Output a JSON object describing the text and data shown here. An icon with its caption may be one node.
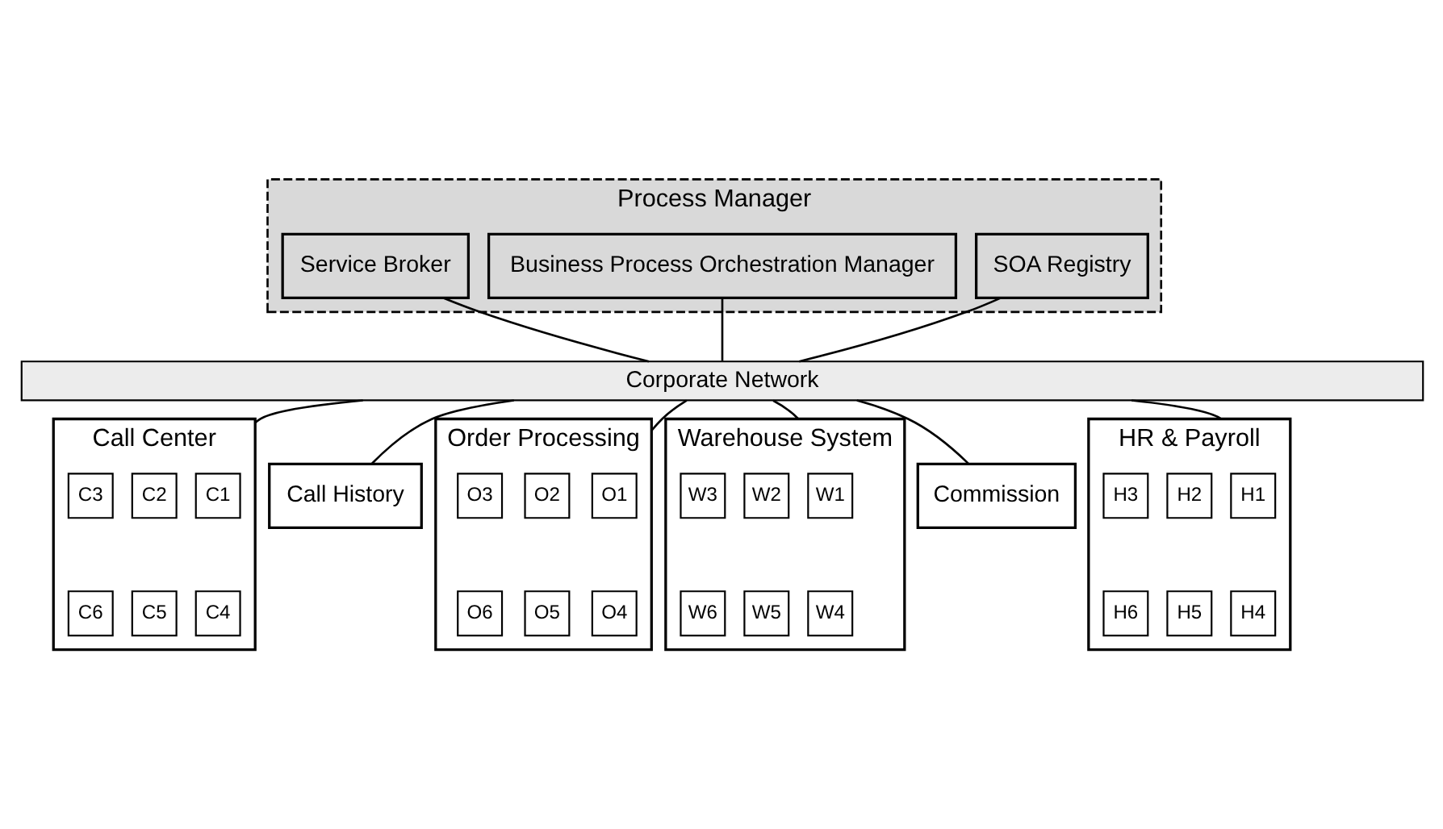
{
  "diagram": {
    "nodes": [
      {
        "text": [
          "Process Manager"
        ]
      },
      {
        "text": [
          "SOA Registry"
        ],
        "in": 0
      },
      {
        "text": [
          "Business Process Orchestration Manager"
        ],
        "in": 0
      },
      {
        "text": [
          "Service Broker"
        ],
        "in": 0
      },
      {
        "text": [
          "Corporate Network"
        ]
      },
      {
        "text": [
          "Call Center"
        ]
      },
      {
        "text": [
          "C1"
        ],
        "in": 5
      },
      {
        "text": [
          "C2"
        ],
        "in": 5
      },
      {
        "text": [
          "C3"
        ],
        "in": 5
      },
      {
        "text": [
          "C4"
        ],
        "in": 5
      },
      {
        "text": [
          "C5"
        ],
        "in": 5
      },
      {
        "text": [
          "C6"
        ],
        "in": 5
      },
      {
        "text": [
          "Call History"
        ]
      },
      {
        "text": [
          "Order Processing"
        ]
      },
      {
        "text": [
          "O1"
        ],
        "in": 13
      },
      {
        "text": [
          "O2"
        ],
        "in": 13
      },
      {
        "text": [
          "O3"
        ],
        "in": 13
      },
      {
        "text": [
          "O4"
        ],
        "in": 13
      },
      {
        "text": [
          "O5"
        ],
        "in": 13
      },
      {
        "text": [
          "O6"
        ],
        "in": 13
      },
      {
        "text": [
          "Warehouse System"
        ]
      },
      {
        "text": [
          "W1"
        ],
        "in": 20
      },
      {
        "text": [
          "W2"
        ],
        "in": 20
      },
      {
        "text": [
          "W3"
        ],
        "in": 20
      },
      {
        "text": [
          "W4"
        ],
        "in": 20
      },
      {
        "text": [
          "W5"
        ],
        "in": 20
      },
      {
        "text": [
          "W6"
        ],
        "in": 20
      },
      {
        "text": [
          "Commission"
        ]
      },
      {
        "text": [
          "HR & Payroll"
        ]
      },
      {
        "text": [
          "H1"
        ],
        "in": 28
      },
      {
        "text": [
          "H2"
        ],
        "in": 28
      },
      {
        "text": [
          "H3"
        ],
        "in": 28
      },
      {
        "text": [
          "H4"
        ],
        "in": 28
      },
      {
        "text": [
          "H5"
        ],
        "in": 28
      },
      {
        "text": [
          "H6"
        ],
        "in": 28
      }
    ],
    "edges": [
      {
        "from": 1,
        "to": 4,
        "arrow": "none"
      },
      {
        "from": 2,
        "to": 4,
        "arrow": "none"
      },
      {
        "from": 3,
        "to": 4,
        "arrow": "none"
      },
      {
        "from": 4,
        "to": 5,
        "arrow": "none"
      },
      {
        "from": 4,
        "to": 12,
        "arrow": "none"
      },
      {
        "from": 4,
        "to": 13,
        "arrow": "none"
      },
      {
        "from": 4,
        "to": 20,
        "arrow": "none"
      },
      {
        "from": 4,
        "to": 27,
        "arrow": "none"
      },
      {
        "from": 4,
        "to": 28,
        "arrow": "none"
      }
    ]
  }
}
